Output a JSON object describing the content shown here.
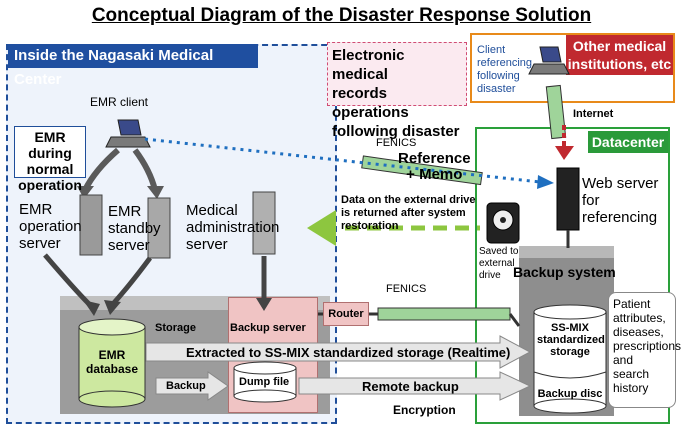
{
  "title": "Conceptual Diagram of the Disaster Response Solution",
  "nagasaki_box": {
    "header": "Inside the Nagasaki Medical Center"
  },
  "emr_ops_box": {
    "line1": "Electronic medical",
    "line2": "records operations",
    "line3": "following disaster"
  },
  "other_institutions": {
    "header_line1": "Other medical",
    "header_line2": "institutions, etc",
    "client_line1": "Client",
    "client_line2": "referencing",
    "client_line3": "following",
    "client_line4": "disaster"
  },
  "internet_label": "Internet",
  "datacenter": {
    "header": "Datacenter",
    "web_server_line1": "Web server",
    "web_server_line2": "for",
    "web_server_line3": "referencing",
    "backup_system": "Backup system"
  },
  "emr_client": "EMR client",
  "emr_normal": {
    "line1": "EMR during",
    "line2": "normal",
    "line3": "operation"
  },
  "servers": {
    "operation": {
      "line1": "EMR",
      "line2": "operation",
      "line3": "server"
    },
    "standby": {
      "line1": "EMR",
      "line2": "standby",
      "line3": "server"
    },
    "medical_admin": {
      "line1": "Medical",
      "line2": "administration",
      "line3": "server"
    }
  },
  "fenics_top": "FENICS",
  "reference_memo": {
    "line1": "Reference",
    "line2": "+ Memo"
  },
  "restore_note": {
    "line1": "Data on the external drive",
    "line2": "is returned after system",
    "line3": "restoration"
  },
  "saved_external": {
    "line1": "Saved to",
    "line2": "external",
    "line3": "drive"
  },
  "fenics_bottom": "FENICS",
  "storage_label": "Storage",
  "backup_server_label": "Backup server",
  "router_label": "Router",
  "emr_database": {
    "line1": "EMR",
    "line2": "database"
  },
  "ssmix": {
    "line1": "SS-MIX",
    "line2": "standardized",
    "line3": "storage"
  },
  "backup_disc": "Backup disc",
  "extracted_label": "Extracted to SS-MIX standardized storage (Realtime)",
  "backup_label": "Backup",
  "dump_file": "Dump file",
  "remote_backup": "Remote backup",
  "encryption": "Encryption",
  "callout": {
    "line1": "Patient",
    "line2": "attributes,",
    "line3": "diseases,",
    "line4": "prescriptions",
    "line5": "and",
    "line6": "search",
    "line7": "history"
  },
  "colors": {
    "nagasaki_blue": "#1f4fa0",
    "datacenter_green": "#2a9a3a",
    "other_red": "#c0292f",
    "other_orange": "#e88a1a",
    "arrow_green": "#8dc63f",
    "dotted_blue": "#1f6fc0"
  }
}
